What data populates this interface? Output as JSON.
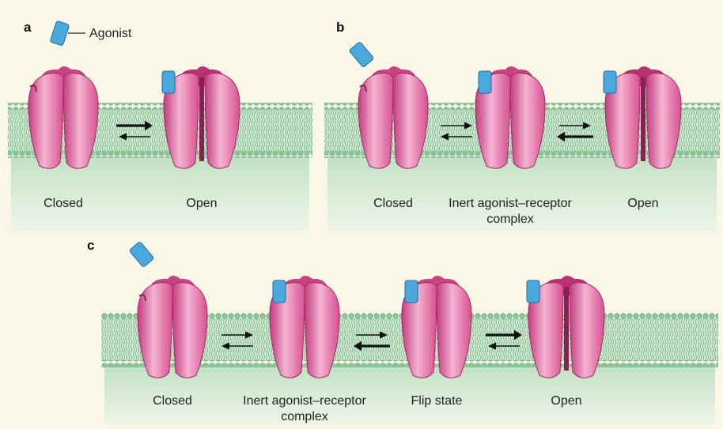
{
  "legend": {
    "agonist_label": "Agonist"
  },
  "panels": [
    {
      "letter": "a",
      "states": [
        {
          "label": "Closed",
          "has_agonist": false,
          "open": false
        },
        {
          "label": "Open",
          "has_agonist": true,
          "open": true
        }
      ],
      "transitions": [
        "forward-favoured"
      ]
    },
    {
      "letter": "b",
      "states": [
        {
          "label": "Closed",
          "has_agonist": false,
          "open": false
        },
        {
          "label_lines": [
            "Inert agonist–receptor",
            "complex"
          ],
          "has_agonist": true,
          "open": false
        },
        {
          "label": "Open",
          "has_agonist": true,
          "open": true
        }
      ],
      "transitions": [
        "equal",
        "backward-favoured"
      ]
    },
    {
      "letter": "c",
      "states": [
        {
          "label": "Closed",
          "has_agonist": false,
          "open": false
        },
        {
          "label_lines": [
            "Inert agonist–receptor",
            "complex"
          ],
          "has_agonist": true,
          "open": false
        },
        {
          "label": "Flip state",
          "has_agonist": true,
          "open": false
        },
        {
          "label": "Open",
          "has_agonist": true,
          "open": true
        }
      ],
      "transitions": [
        "equal",
        "backward-favoured",
        "forward-favoured"
      ]
    }
  ],
  "colors": {
    "background": "#fbf7e6",
    "membrane": "#bfe0c4",
    "membrane_fade": "#e3f0dd",
    "lipid_head": "#8cc79a",
    "receptor": "#df5b9c",
    "receptor_light": "#f1a8cb",
    "agonist": "#4aa8dc",
    "arrow": "#111111"
  },
  "icons": {
    "agonist": "agonist-icon",
    "receptor": "receptor-icon",
    "arrow": "equilibrium-arrow-icon"
  }
}
